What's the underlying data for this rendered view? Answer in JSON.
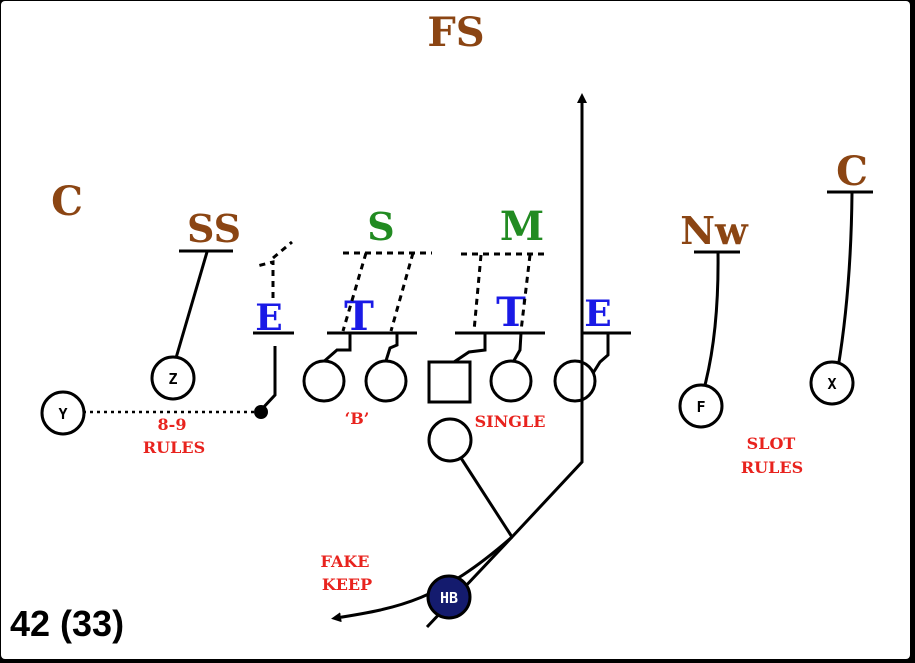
{
  "play": {
    "name": "42 (33)"
  },
  "defense": {
    "fs": "FS",
    "ss": "SS",
    "s": "S",
    "m": "M",
    "nw": "Nw",
    "c_left": "C",
    "c_right": "C",
    "e_left": "E",
    "t_left": "T",
    "t_right": "T",
    "e_right": "E"
  },
  "offense": {
    "z": "Z",
    "y": "Y",
    "f": "F",
    "x": "X",
    "hb": "HB"
  },
  "notes": {
    "rules_num": "8-9",
    "rules": "RULES",
    "b": "‘B’",
    "single": "SINGLE",
    "slot": "SLOT",
    "slot_rules": "RULES",
    "fake": "FAKE",
    "keep": "KEEP"
  },
  "colors": {
    "brown": "#8B4513",
    "green": "#228B22",
    "blue": "#1A1AE6",
    "red": "#E8231E",
    "navy": "#141B6E"
  }
}
